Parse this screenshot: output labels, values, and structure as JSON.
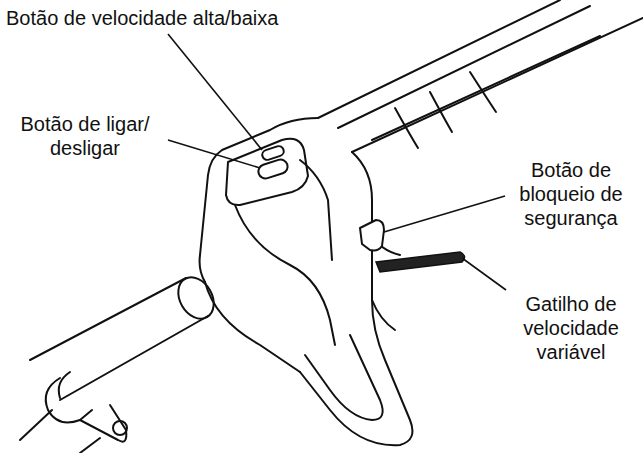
{
  "diagram": {
    "labels": [
      "Botão de velocidade alta/baixa",
      "Botão de ligar/ desligar",
      "Botão de bloqueio de segurança",
      "Gatilho de velocidade variável"
    ]
  }
}
